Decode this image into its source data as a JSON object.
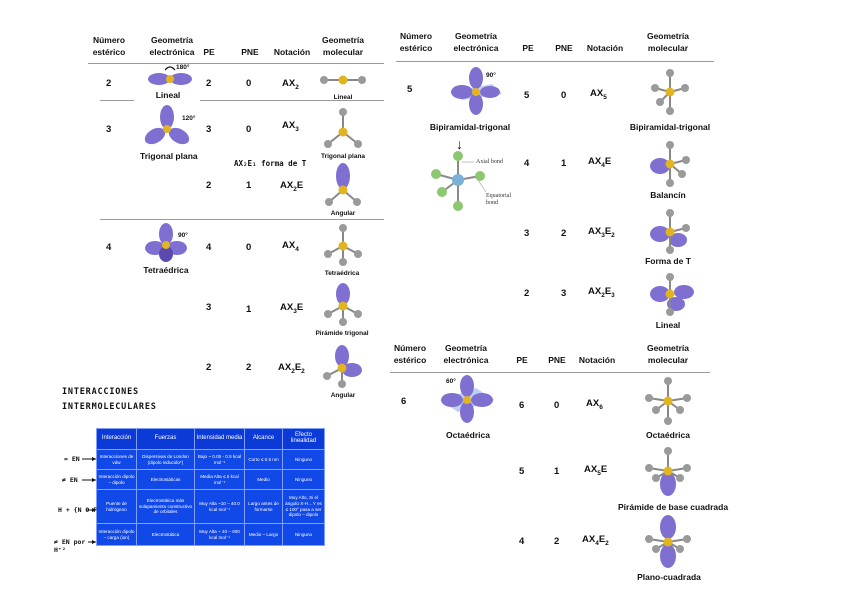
{
  "left_table": {
    "headers": {
      "numero": [
        "Número",
        "estérico"
      ],
      "geometria": [
        "Geometría",
        "electrónica"
      ],
      "pe": "PE",
      "pne": "PNE",
      "notacion": "Notación",
      "molecular": [
        "Geometría",
        "molecular"
      ]
    },
    "groups": [
      {
        "n": "2",
        "electronic": "Lineal",
        "angle": "180°",
        "rows": [
          {
            "pe": "2",
            "pne": "0",
            "notation": "AX",
            "sub": "2",
            "molecular": "Lineal"
          }
        ]
      },
      {
        "n": "3",
        "electronic": "Trigonal plana",
        "angle": "120°",
        "rows": [
          {
            "pe": "3",
            "pne": "0",
            "notation": "AX",
            "sub": "3",
            "molecular": "Trigonal plana"
          },
          {
            "pe": "2",
            "pne": "1",
            "notation": "AX",
            "sub": "2",
            "suffix": "E",
            "molecular": "Angular"
          }
        ]
      },
      {
        "n": "4",
        "electronic": "Tetraédrica",
        "angle": "90°",
        "rows": [
          {
            "pe": "4",
            "pne": "0",
            "notation": "AX",
            "sub": "4",
            "molecular": "Tetraédrica"
          },
          {
            "pe": "3",
            "pne": "1",
            "notation": "AX",
            "sub": "3",
            "suffix": "E",
            "molecular": "Pirámide trigonal"
          },
          {
            "pe": "2",
            "pne": "2",
            "notation": "AX",
            "sub": "2",
            "suffix": "E",
            "sub2": "2",
            "molecular": "Angular"
          }
        ]
      }
    ],
    "handwritten_note": "AX₂E₁ forma de T"
  },
  "right_table_5": {
    "headers": {
      "numero": [
        "Número",
        "estérico"
      ],
      "geometria": [
        "Geometría",
        "electrónica"
      ],
      "pe": "PE",
      "pne": "PNE",
      "notacion": "Notación",
      "molecular": [
        "Geometría",
        "molecular"
      ]
    },
    "n": "5",
    "electronic": "Bipiramidal-trigonal",
    "angle": "90°",
    "diagram_labels": {
      "axial": "Axial bond",
      "equatorial": "Equatorial bond"
    },
    "rows": [
      {
        "pe": "5",
        "pne": "0",
        "notation": "AX",
        "sub": "5",
        "molecular": "Bipiramidal-trigonal"
      },
      {
        "pe": "4",
        "pne": "1",
        "notation": "AX",
        "sub": "4",
        "suffix": "E",
        "molecular": "Balancín"
      },
      {
        "pe": "3",
        "pne": "2",
        "notation": "AX",
        "sub": "3",
        "suffix": "E",
        "sub2": "2",
        "molecular": "Forma de T"
      },
      {
        "pe": "2",
        "pne": "3",
        "notation": "AX",
        "sub": "2",
        "suffix": "E",
        "sub2": "3",
        "molecular": "Lineal"
      }
    ]
  },
  "right_table_6": {
    "headers": {
      "numero": [
        "Número",
        "estérico"
      ],
      "geometria": [
        "Geometría",
        "electrónica"
      ],
      "pe": "PE",
      "pne": "PNE",
      "notacion": "Notación",
      "molecular": [
        "Geometría",
        "molecular"
      ]
    },
    "n": "6",
    "electronic": "Octaédrica",
    "angle": "60°",
    "rows": [
      {
        "pe": "6",
        "pne": "0",
        "notation": "AX",
        "sub": "6",
        "molecular": "Octaédrica"
      },
      {
        "pe": "5",
        "pne": "1",
        "notation": "AX",
        "sub": "5",
        "suffix": "E",
        "molecular": "Pirámide de base cuadrada"
      },
      {
        "pe": "4",
        "pne": "2",
        "notation": "AX",
        "sub": "4",
        "suffix": "E",
        "sub2": "2",
        "molecular": "Plano-cuadrada"
      }
    ]
  },
  "interactions": {
    "title_line1": "INTERACCIONES",
    "title_line2": "INTERMOLECULARES",
    "columns": [
      "Interacción",
      "Fuerzas",
      "Intensidad media",
      "Alcance",
      "Efecto linealidad"
    ],
    "rows": [
      [
        "Interacciones de vdw",
        "Dispersivas de London (dipolo inducido*)",
        "Bajo ~ 0.05 - 0.5 kcal mol⁻¹",
        "Corto ≤ 0.5 nm",
        "Ninguno"
      ],
      [
        "Interacción dipolo – dipolo",
        "Electrostáticas",
        "Media Alta ≤ 5 kcal mol⁻¹",
        "Medio",
        "Ninguno"
      ],
      [
        "Puente de hidrógeno",
        "Electrostática más solapamiento constructivo de orbitales",
        "Muy Alta ~10 – 40.0 kcal mol⁻¹",
        "Largo antes de formarse",
        "Muy Alto, Si el ángulo X-H…Y es ≤ 100° pasa a ser dipolo – dipolo"
      ],
      [
        "Interacción dipolo – carga (ion)",
        "Electrostática",
        "Muy Alta ~ 40 – 600 kcal mol⁻¹",
        "Medio – Largo",
        "Ninguno"
      ]
    ],
    "side_notes": [
      "= EN",
      "≠ EN",
      "H + {N O F",
      "≠ EN por H⁺²"
    ]
  },
  "colors": {
    "lobe": "#7f6fd0",
    "lobe_dark": "#5a4ab0",
    "atom_gold": "#e0b520",
    "ligand_gray": "#9a9a9a",
    "table_blue": "#1148e8",
    "rule": "#9a9a9a"
  }
}
